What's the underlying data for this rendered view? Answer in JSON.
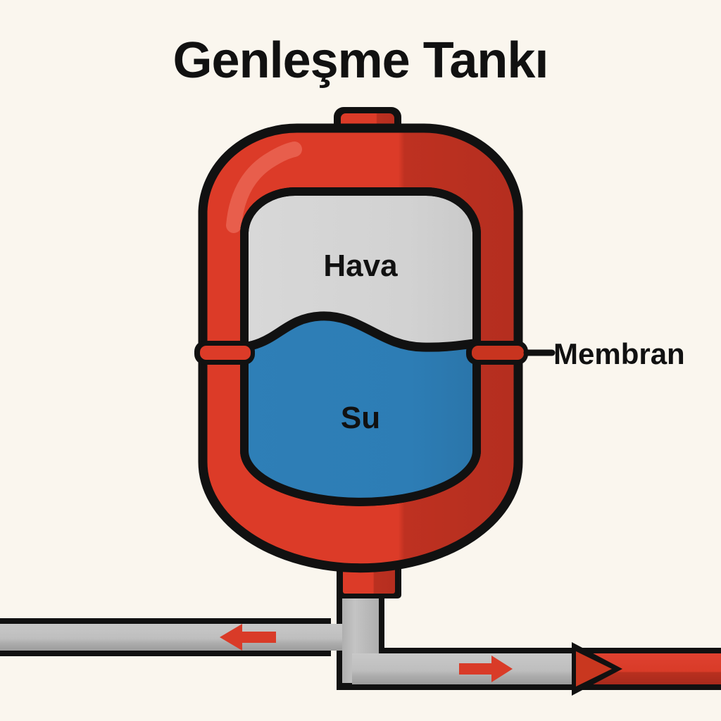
{
  "diagram": {
    "title": "Genleşme Tankı",
    "background_color": "#FAF6EE",
    "labels": {
      "air_chamber": "Hava",
      "water_chamber": "Su",
      "membrane_callout": "Membran"
    },
    "colors": {
      "tank_shell_red": "#DC3B28",
      "tank_shell_shadow_red": "#B62F20",
      "highlight_red": "#E8604E",
      "air_gray": "#D3D3D3",
      "water_blue": "#2D7DB5",
      "outline_black": "#111111",
      "pipe_gray": "#BFBFBF",
      "pipe_gray_shadow": "#9D9D9D",
      "arrow_red": "#D93B28",
      "hot_pipe_red": "#D93B28",
      "hot_pipe_red_shadow": "#A82A1C"
    },
    "parts": [
      {
        "name": "top-valve-cap",
        "label": ""
      },
      {
        "name": "tank-shell",
        "label": ""
      },
      {
        "name": "air-chamber",
        "label": "Hava"
      },
      {
        "name": "water-chamber",
        "label": "Su"
      },
      {
        "name": "membrane-diaphragm",
        "label": "Membran"
      },
      {
        "name": "membrane-tab-left",
        "label": ""
      },
      {
        "name": "membrane-tab-right",
        "label": ""
      },
      {
        "name": "bottom-connector-nipple",
        "label": ""
      },
      {
        "name": "supply-pipe-left",
        "label": ""
      },
      {
        "name": "return-pipe-right",
        "label": ""
      },
      {
        "name": "hot-pipe-right",
        "label": ""
      }
    ],
    "flow_arrows": [
      {
        "name": "flow-arrow-left",
        "direction": "left"
      },
      {
        "name": "flow-arrow-right",
        "direction": "right"
      },
      {
        "name": "flow-arrowhead-large-right",
        "direction": "right"
      }
    ]
  }
}
